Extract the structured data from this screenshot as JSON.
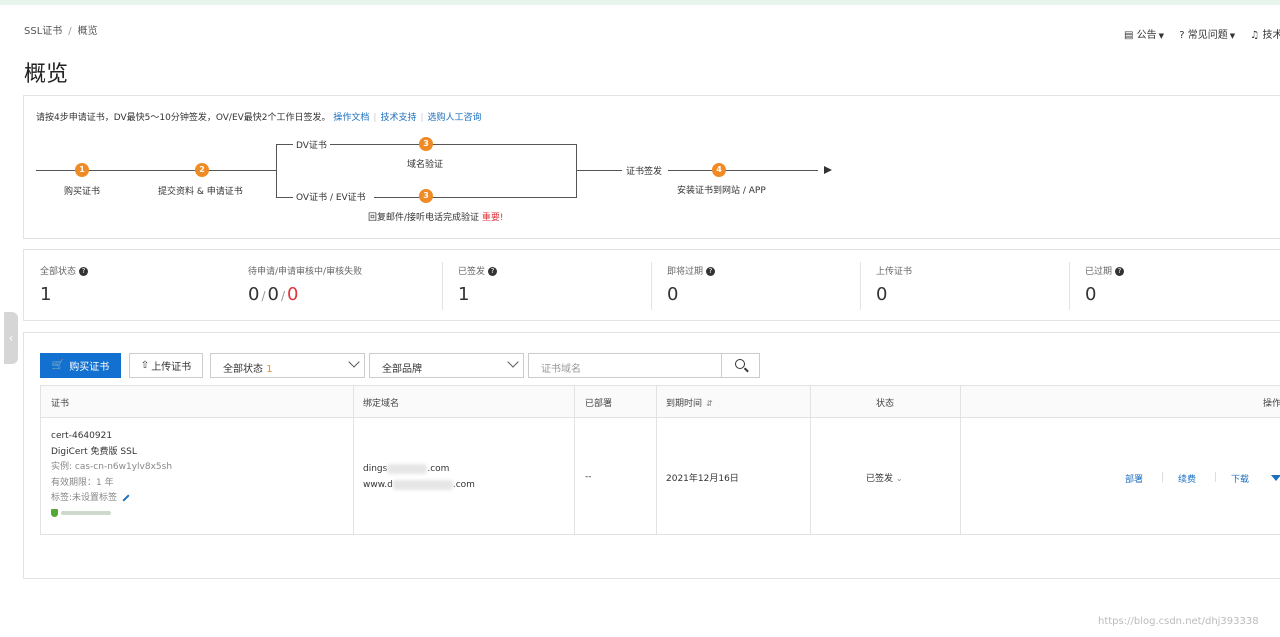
{
  "breadcrumb": {
    "root": "SSL证书",
    "separator": "/",
    "current": "概览"
  },
  "topnav": {
    "announcement": "公告",
    "faq": "常见问题",
    "support": "技术支"
  },
  "page_title": "概览",
  "steps": {
    "intro": "请按4步申请证书，DV最快5～10分钟签发，OV/EV最快2个工作日签发。",
    "links": [
      "操作文档",
      "技术支持",
      "选购人工咨询"
    ],
    "step1": {
      "num": "1",
      "label": "购买证书"
    },
    "step2": {
      "num": "2",
      "label": "提交资料 & 申请证书"
    },
    "dv_label": "DV证书",
    "ovev_label": "OV证书 / EV证书",
    "step3a": {
      "num": "3",
      "label": "域名验证"
    },
    "step3b": {
      "num": "3",
      "label": "回复邮件/接听电话完成验证",
      "important": "重要!"
    },
    "issue_label": "证书签发",
    "step4": {
      "num": "4",
      "label": "安装证书到网站 / APP"
    }
  },
  "stats": [
    {
      "label": "全部状态",
      "value": "1",
      "help": true
    },
    {
      "label": "待申请/申请审核中/审核失败",
      "values": [
        "0",
        "0",
        "0"
      ]
    },
    {
      "label": "已签发",
      "value": "1",
      "help": true
    },
    {
      "label": "即将过期",
      "value": "0",
      "help": true,
      "red": true
    },
    {
      "label": "上传证书",
      "value": "0"
    },
    {
      "label": "已过期",
      "value": "0",
      "help": true,
      "red": true
    }
  ],
  "toolbar": {
    "buy_label": "购买证书",
    "upload_label": "上传证书",
    "status_select": "全部状态",
    "status_count": "1",
    "brand_select": "全部品牌",
    "search_placeholder": "证书域名"
  },
  "table": {
    "headers": [
      "证书",
      "绑定域名",
      "已部署",
      "到期时间",
      "状态",
      "操作"
    ],
    "row": {
      "cert_name": "cert-4640921",
      "cert_type": "DigiCert 免费版 SSL",
      "instance": "实例: cas-cn-n6w1ylv8x5sh",
      "validity": "有效期限：1 年",
      "tags": "标签:未设置标签",
      "domain1_prefix": "dings",
      "domain1_suffix": ".com",
      "domain2_prefix": "www.d",
      "domain2_suffix": ".com",
      "deployed": "--",
      "expiry": "2021年12月16日",
      "status": "已签发",
      "actions": [
        "部署",
        "续费",
        "下载"
      ]
    }
  },
  "watermark": "https://blog.csdn.net/dhj393338"
}
